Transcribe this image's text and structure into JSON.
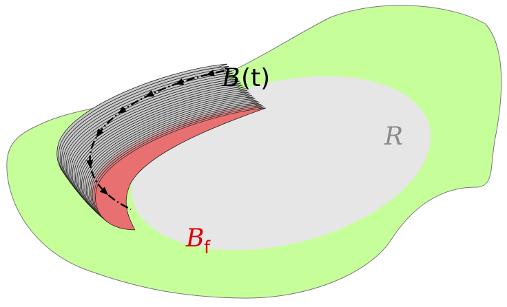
{
  "labels": {
    "body_t": {
      "script": "B",
      "suffix": "(t)"
    },
    "region": {
      "script": "R"
    },
    "body_final": {
      "script": "B",
      "subscript": "f"
    }
  },
  "colors": {
    "outer_region": "#c6ff9a",
    "outer_stroke": "#777777",
    "inner_region": "#e6e6e6",
    "body_fill_start": "#c8c8c8",
    "body_fill_end": "#e97070",
    "body_stroke": "#222222",
    "trajectory": "#000000",
    "label_body_t": "#000000",
    "label_region": "#8a8a8a",
    "label_body_final": "#e00000"
  }
}
